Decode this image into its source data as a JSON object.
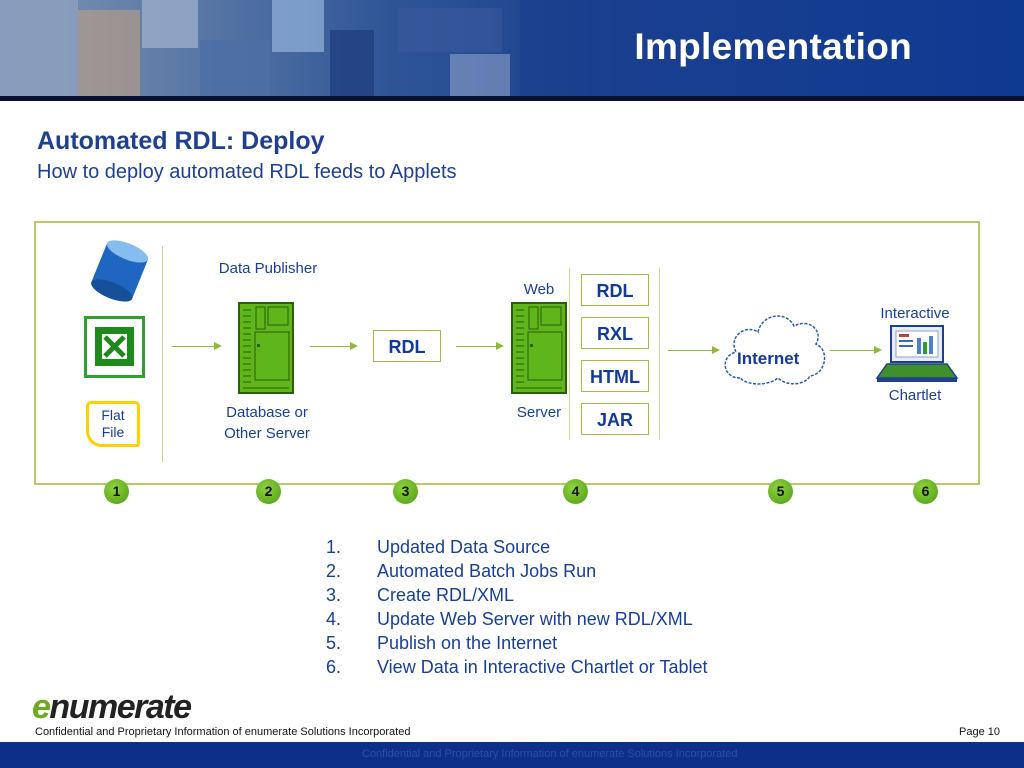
{
  "header": {
    "title": "Implementation"
  },
  "heading": "Automated RDL: Deploy",
  "subheading": "How to deploy automated RDL feeds to Applets",
  "diagram": {
    "flat_file_label": "Flat File",
    "data_publisher_label": "Data Publisher",
    "database_label": "Database or Other Server",
    "rdl_box": "RDL",
    "web_label": "Web",
    "server_label": "Server",
    "formats": [
      "RDL",
      "RXL",
      "HTML",
      "JAR"
    ],
    "internet_label": "Internet",
    "interactive_label": "Interactive",
    "chartlet_label": "Chartlet",
    "step_numbers": [
      "1",
      "2",
      "3",
      "4",
      "5",
      "6"
    ]
  },
  "steps": [
    {
      "num": "1.",
      "text": "Updated Data Source"
    },
    {
      "num": "2.",
      "text": "Automated Batch Jobs Run"
    },
    {
      "num": "3.",
      "text": "Create RDL/XML"
    },
    {
      "num": "4.",
      "text": "Update Web Server with new RDL/XML"
    },
    {
      "num": "5.",
      "text": "Publish on the Internet"
    },
    {
      "num": "6.",
      "text": "View Data in Interactive Chartlet or Tablet"
    }
  ],
  "footer": {
    "logo": "enumerate",
    "confidential": "Confidential and Proprietary Information of enumerate Solutions Incorporated",
    "page": "Page 10",
    "bar_text": "Confidential and Proprietary Information of enumerate Solutions Incorporated"
  },
  "icons": {
    "database": "database-cylinder-icon",
    "spreadsheet": "excel-icon",
    "server": "server-tower-icon",
    "cloud": "internet-cloud-icon",
    "laptop": "laptop-icon"
  },
  "colors": {
    "brand_blue": "#1f3f91",
    "accent_green": "#9fbf44",
    "banner_blue": "#0f3a92"
  }
}
